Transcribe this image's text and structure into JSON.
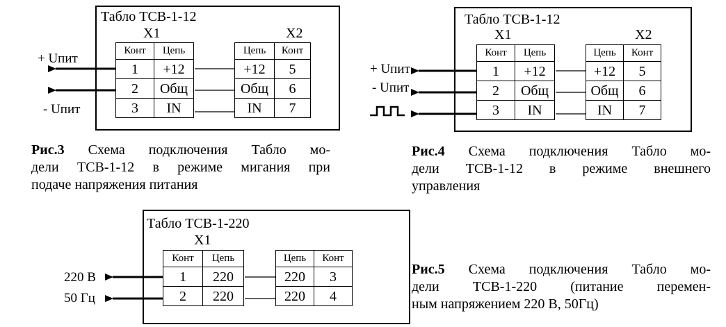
{
  "diagrams": [
    {
      "id": "fig3",
      "title": "Табло ТСВ-1-12",
      "x1_label": "X1",
      "x2_label": "X2",
      "x1_headers": [
        "Конт",
        "Цепь"
      ],
      "x2_headers": [
        "Цепь",
        "Конт"
      ],
      "x1_rows": [
        [
          "1",
          "+12"
        ],
        [
          "2",
          "Общ"
        ],
        [
          "3",
          "IN"
        ]
      ],
      "x2_rows": [
        [
          "+12",
          "5"
        ],
        [
          "Общ",
          "6"
        ],
        [
          "IN",
          "7"
        ]
      ],
      "side_labels": [
        "+ Uпит",
        "- Uпит"
      ],
      "caption_label": "Рис.3",
      "caption_lines": [
        " Схема подключения Табло мо-",
        "дели ТСВ-1-12 в режиме мигания при",
        "подаче напряжения питания"
      ]
    },
    {
      "id": "fig4",
      "title": "Табло ТСВ-1-12",
      "x1_label": "X1",
      "x2_label": "X2",
      "x1_headers": [
        "Конт",
        "Цепь"
      ],
      "x2_headers": [
        "Цепь",
        "Конт"
      ],
      "x1_rows": [
        [
          "1",
          "+12"
        ],
        [
          "2",
          "Общ"
        ],
        [
          "3",
          "IN"
        ]
      ],
      "x2_rows": [
        [
          "+12",
          "5"
        ],
        [
          "Общ",
          "6"
        ],
        [
          "IN",
          "7"
        ]
      ],
      "side_labels": [
        "+ Uпит",
        "- Uпит"
      ],
      "pulse_icon": "square-wave-icon",
      "caption_label": "Рис.4",
      "caption_lines": [
        " Схема подключения Табло мо-",
        "дели ТСВ-1-12 в режиме внешнего",
        "управления"
      ]
    },
    {
      "id": "fig5",
      "title": "Табло ТСВ-1-220",
      "x1_label": "X1",
      "x1_headers": [
        "Конт",
        "Цепь"
      ],
      "x2_headers": [
        "Цепь",
        "Конт"
      ],
      "x1_rows": [
        [
          "1",
          "220"
        ],
        [
          "2",
          "220"
        ]
      ],
      "x2_rows": [
        [
          "220",
          "3"
        ],
        [
          "220",
          "4"
        ]
      ],
      "side_labels": [
        "220 В",
        "50 Гц"
      ],
      "caption_label": "Рис.5",
      "caption_lines": [
        " Схема подключения Табло мо-",
        "дели ТСВ-1-220 (питание перемен-",
        "ным напряжением 220 В, 50Гц)"
      ]
    }
  ]
}
